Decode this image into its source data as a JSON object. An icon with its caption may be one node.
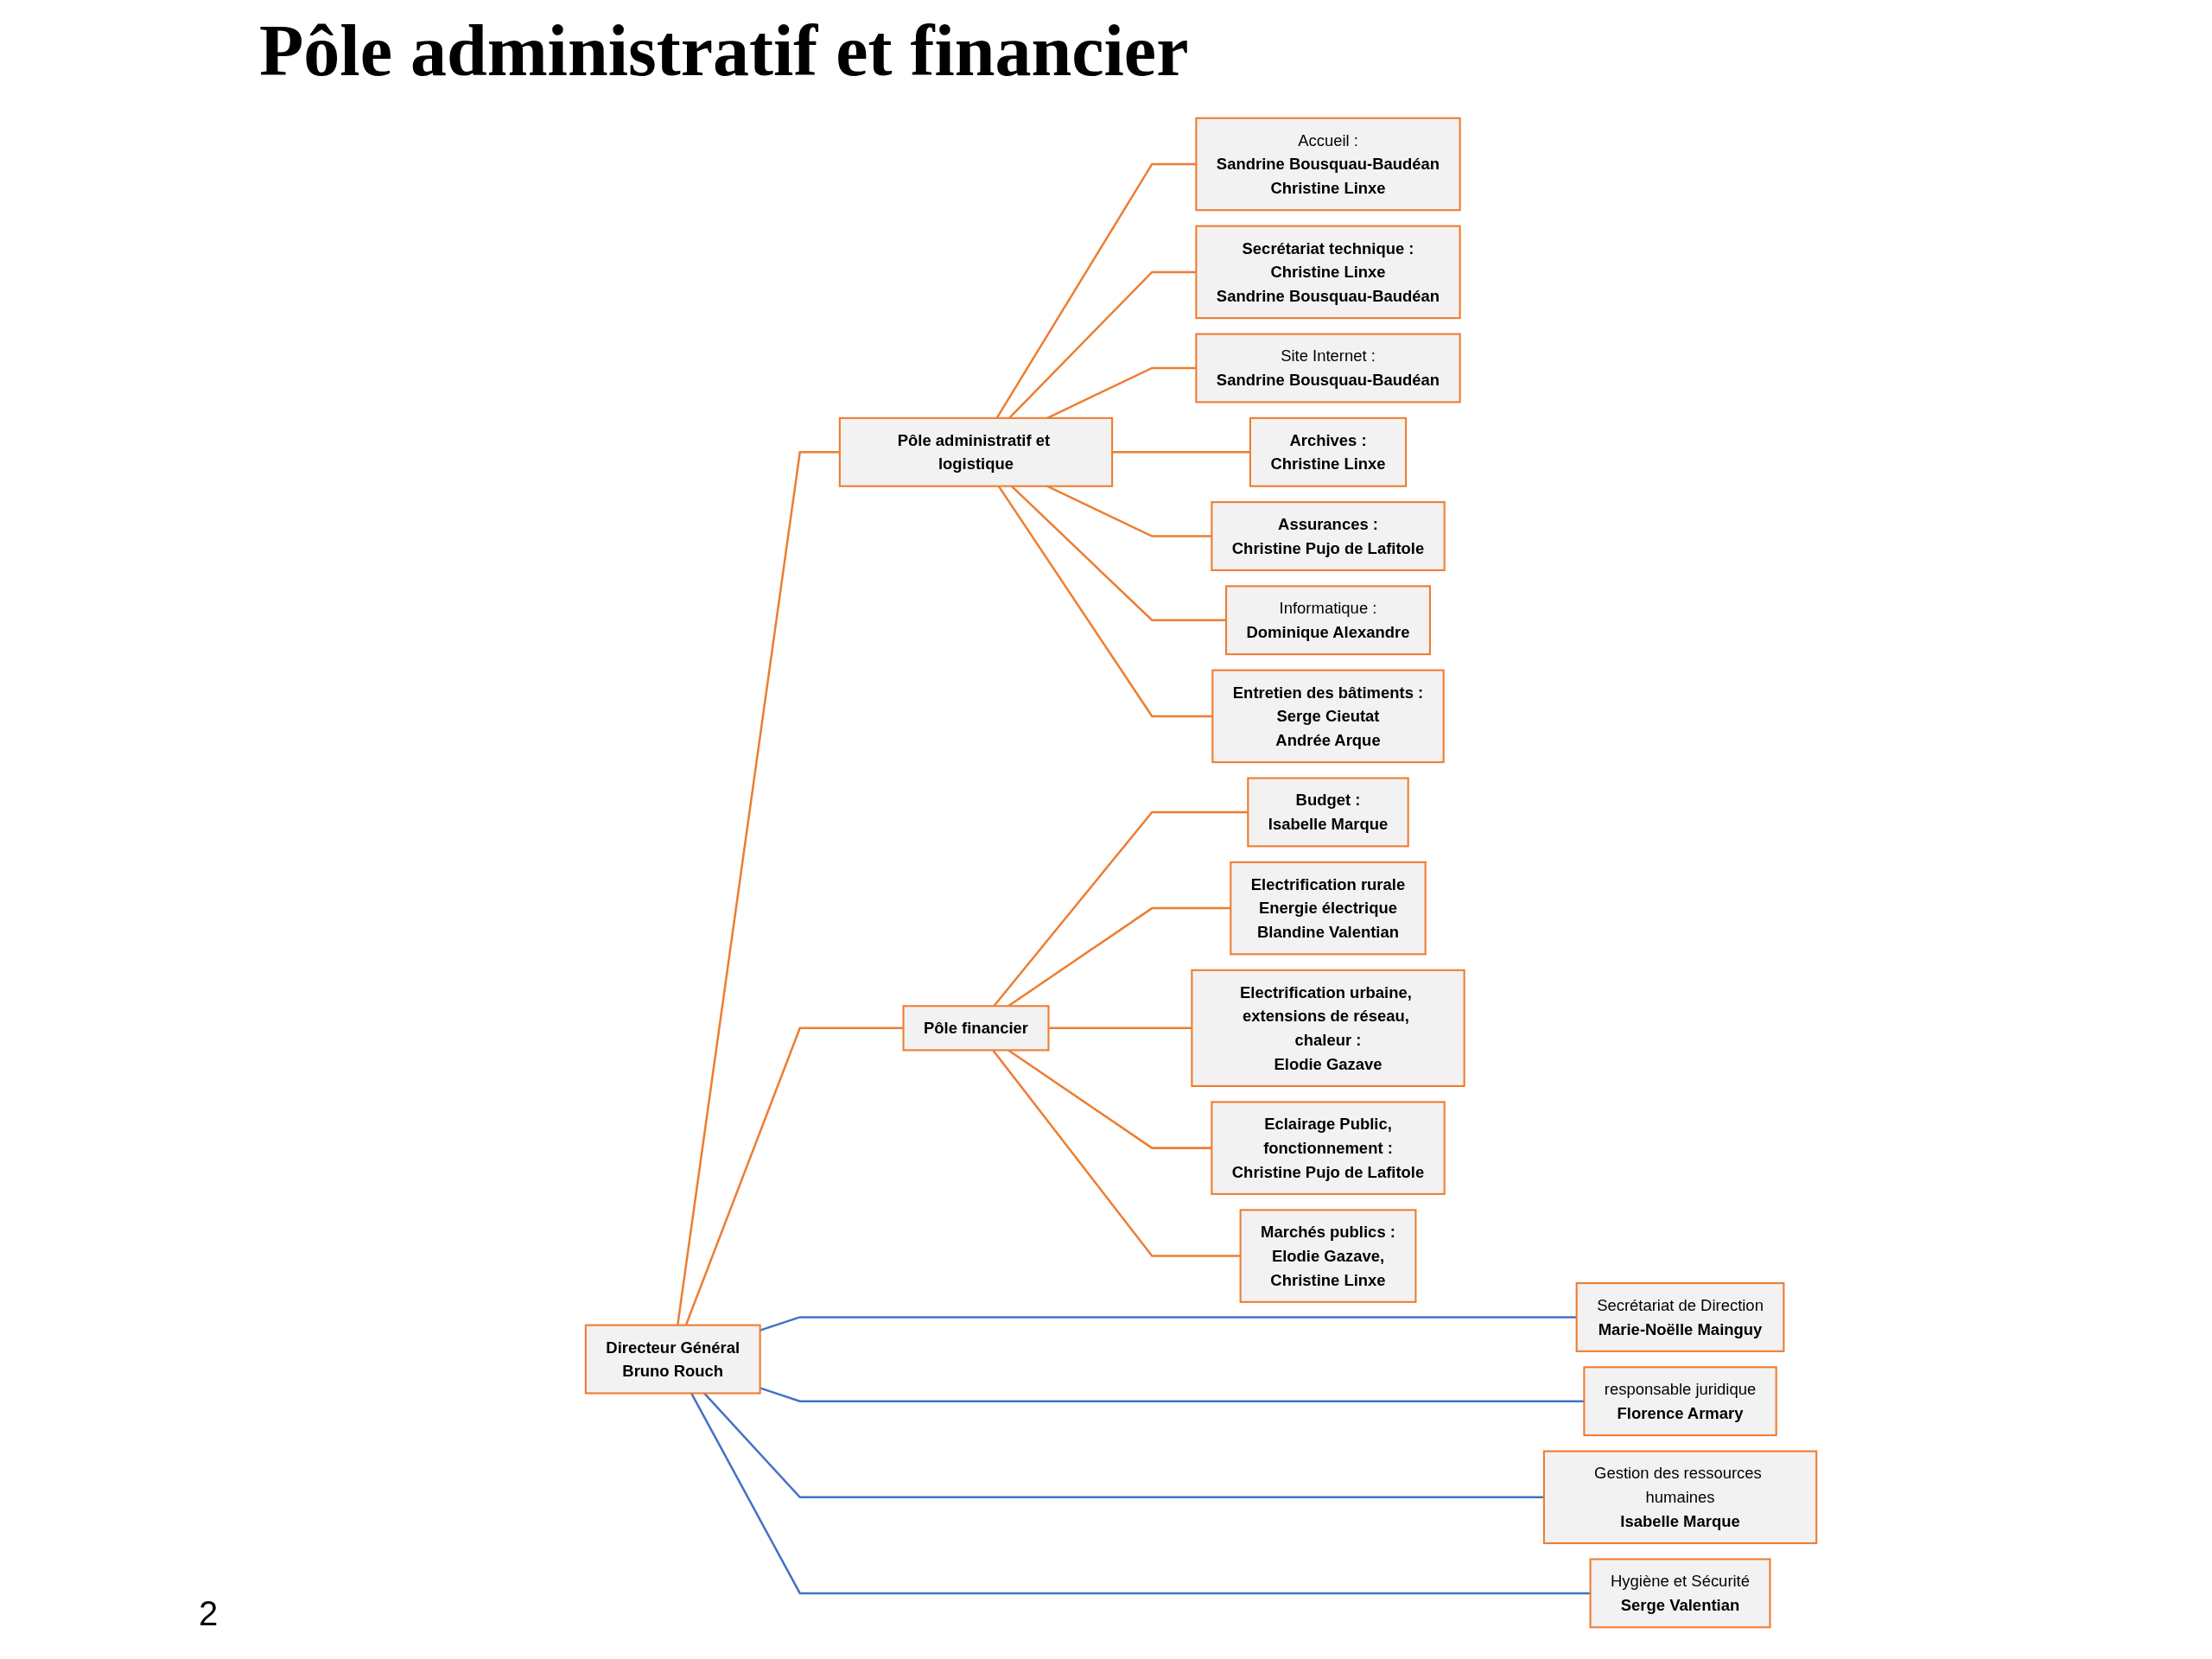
{
  "diagram": {
    "title": "Pôle administratif et financier",
    "nodes": [
      {
        "text": [
          "Directeur Général",
          "Bruno Rouch"
        ]
      },
      {
        "text": [
          "Pôle administratif et logistique"
        ]
      },
      {
        "text": [
          "Pôle financier"
        ]
      },
      {
        "text": [
          "Secrétariat de Direction",
          "Marie-Noëlle Mainguy"
        ]
      },
      {
        "text": [
          "responsable juridique",
          "Florence Armary"
        ]
      },
      {
        "text": [
          "Gestion des ressources humaines",
          "Isabelle Marque"
        ]
      },
      {
        "text": [
          "Hygiène et Sécurité",
          "Serge Valentian"
        ]
      },
      {
        "text": [
          "Accueil :",
          "Sandrine Bousquau-Baudéan",
          "Christine Linxe"
        ]
      },
      {
        "text": [
          "Secrétariat technique :",
          "Christine Linxe",
          "Sandrine Bousquau-Baudéan"
        ]
      },
      {
        "text": [
          "Site Internet :",
          "Sandrine Bousquau-Baudéan"
        ]
      },
      {
        "text": [
          "Archives :",
          "Christine Linxe"
        ]
      },
      {
        "text": [
          "Assurances :",
          "Christine Pujo de Lafitole"
        ]
      },
      {
        "text": [
          "Informatique :",
          "Dominique Alexandre"
        ]
      },
      {
        "text": [
          "Entretien des bâtiments :",
          "Serge Cieutat",
          "Andrée Arque"
        ]
      },
      {
        "text": [
          "Budget :",
          "Isabelle Marque"
        ]
      },
      {
        "text": [
          "Electrification rurale",
          "Energie électrique",
          "Blandine Valentian"
        ]
      },
      {
        "text": [
          "Electrification urbaine, extensions de réseau, chaleur :",
          "Elodie Gazave"
        ]
      },
      {
        "text": [
          "Eclairage Public,",
          "fonctionnement :",
          "Christine Pujo de Lafitole"
        ]
      },
      {
        "text": [
          "Marchés publics :",
          "Elodie Gazave,",
          "Christine Linxe"
        ]
      }
    ],
    "edges": [
      {
        "from": 0,
        "to": 1,
        "arrow": "none"
      },
      {
        "from": 0,
        "to": 2,
        "arrow": "none"
      },
      {
        "from": 0,
        "to": 3,
        "arrow": "none",
        "color": "#4472c4"
      },
      {
        "from": 0,
        "to": 4,
        "arrow": "none",
        "color": "#4472c4"
      },
      {
        "from": 0,
        "to": 5,
        "arrow": "none",
        "color": "#4472c4"
      },
      {
        "from": 0,
        "to": 6,
        "arrow": "none",
        "color": "#4472c4"
      },
      {
        "from": 1,
        "to": 7,
        "arrow": "none"
      },
      {
        "from": 1,
        "to": 8,
        "arrow": "none"
      },
      {
        "from": 1,
        "to": 9,
        "arrow": "none"
      },
      {
        "from": 1,
        "to": 10,
        "arrow": "none"
      },
      {
        "from": 1,
        "to": 11,
        "arrow": "none"
      },
      {
        "from": 1,
        "to": 12,
        "arrow": "none"
      },
      {
        "from": 1,
        "to": 13,
        "arrow": "none"
      },
      {
        "from": 2,
        "to": 14,
        "arrow": "none"
      },
      {
        "from": 2,
        "to": 15,
        "arrow": "none"
      },
      {
        "from": 2,
        "to": 16,
        "arrow": "none"
      },
      {
        "from": 2,
        "to": 17,
        "arrow": "none"
      },
      {
        "from": 2,
        "to": 18,
        "arrow": "none"
      }
    ],
    "labels": [
      "2"
    ]
  }
}
